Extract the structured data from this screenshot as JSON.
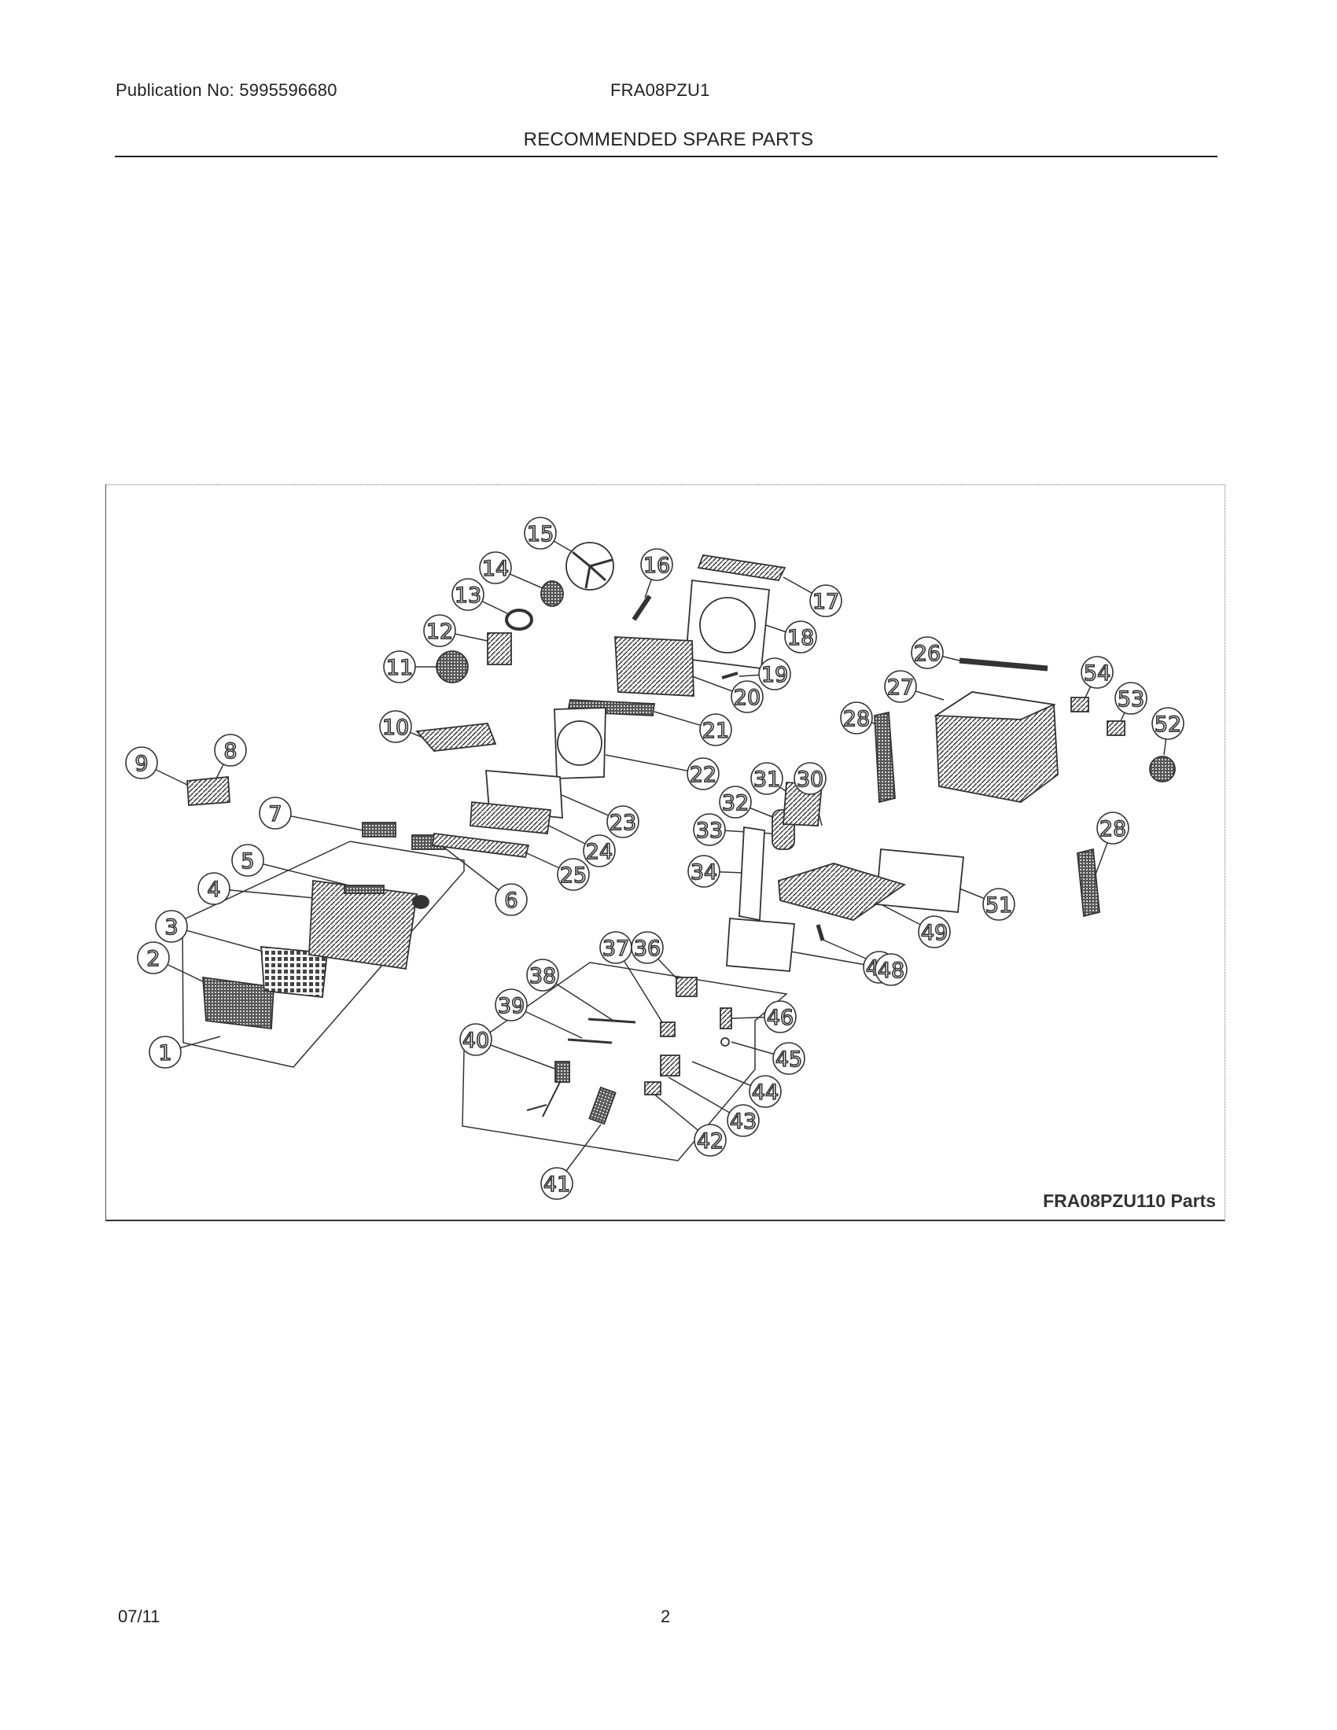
{
  "header": {
    "publication": "Publication No: 5995596680",
    "model": "FRA08PZU1",
    "title": "RECOMMENDED SPARE PARTS"
  },
  "diagram": {
    "caption": "FRA08PZU110 Parts",
    "callouts": [
      "1",
      "2",
      "3",
      "4",
      "5",
      "6",
      "7",
      "8",
      "9",
      "10",
      "11",
      "12",
      "13",
      "14",
      "15",
      "16",
      "17",
      "18",
      "19",
      "20",
      "21",
      "22",
      "23",
      "24",
      "25",
      "26",
      "27",
      "28",
      "28",
      "30",
      "31",
      "32",
      "33",
      "34",
      "36",
      "37",
      "38",
      "39",
      "40",
      "41",
      "42",
      "43",
      "44",
      "45",
      "46",
      "47",
      "48",
      "49",
      "51",
      "52",
      "53",
      "54"
    ]
  },
  "footer": {
    "date": "07/11",
    "page": "2"
  }
}
